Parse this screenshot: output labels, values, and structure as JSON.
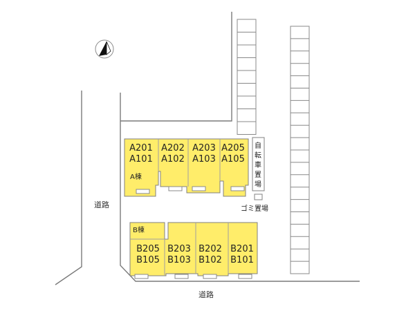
{
  "building_a": {
    "name": "A棟",
    "units": [
      {
        "upper": "A201",
        "lower": "A101"
      },
      {
        "upper": "A202",
        "lower": "A102"
      },
      {
        "upper": "A203",
        "lower": "A103"
      },
      {
        "upper": "A205",
        "lower": "A105"
      }
    ]
  },
  "building_b": {
    "name": "B棟",
    "units": [
      {
        "upper": "B205",
        "lower": "B105"
      },
      {
        "upper": "B203",
        "lower": "B103"
      },
      {
        "upper": "B202",
        "lower": "B102"
      },
      {
        "upper": "B201",
        "lower": "B101"
      }
    ]
  },
  "facilities": {
    "bicycle_parking": [
      "自",
      "転",
      "車",
      "置",
      "場"
    ],
    "garbage_area": "ゴミ置場"
  },
  "roads": {
    "west": "道路",
    "south": "道路"
  },
  "colors": {
    "building_fill": "#ffed6a",
    "outline": "#7a7a7a"
  },
  "compass": {
    "icon": "north-arrow-icon"
  }
}
